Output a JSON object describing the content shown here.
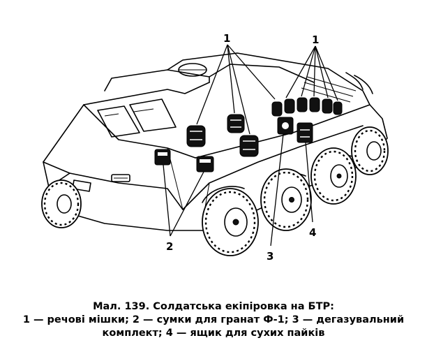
{
  "figure": {
    "callouts": {
      "label_1": "1",
      "label_2": "2",
      "label_3": "3",
      "label_4": "4"
    }
  },
  "caption": {
    "line1": "Мал. 139. Солдатська екіпіровка на БТР:",
    "line2": "1 — речові мішки; 2 — сумки для гранат Ф-1; 3 — дегазувальний",
    "line3": "комплект; 4 — ящик для сухих пайків"
  }
}
